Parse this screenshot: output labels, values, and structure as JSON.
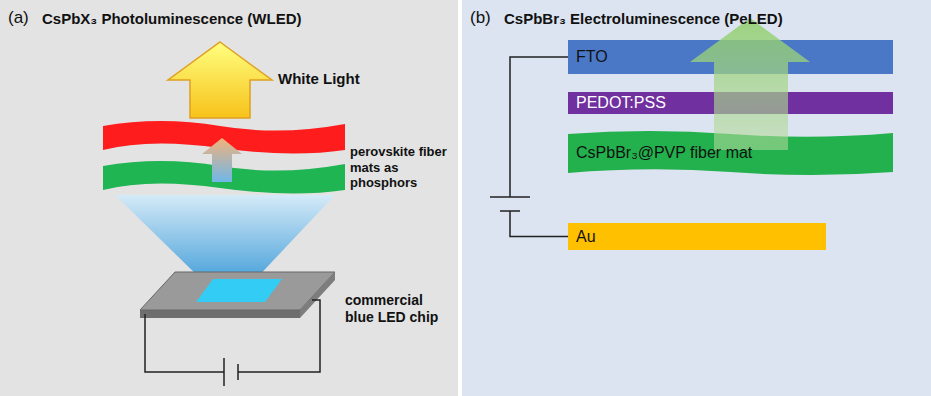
{
  "diagram": {
    "nodes": [
      {
        "text": [
          "(a)",
          "CsPbX₃ Photoluminescence (WLED)"
        ]
      },
      {
        "text": [
          "(b)",
          "CsPbBr₃ Electroluminescence (PeLED)"
        ]
      },
      {
        "text": [
          "FTO"
        ],
        "in": 1
      },
      {
        "text": [
          "PEDOT:PSS"
        ],
        "in": 1
      },
      {
        "text": [
          "CsPbBr₃@PVP fiber mat"
        ],
        "in": 1
      },
      {
        "text": [
          "Au"
        ],
        "in": 1
      }
    ],
    "edges": [
      {
        "from": 2,
        "to": 5,
        "arrow": "none"
      }
    ],
    "labels": [
      "White Light",
      "perovskite fiber mats as phosphors",
      "commercial blue LED chip"
    ]
  }
}
